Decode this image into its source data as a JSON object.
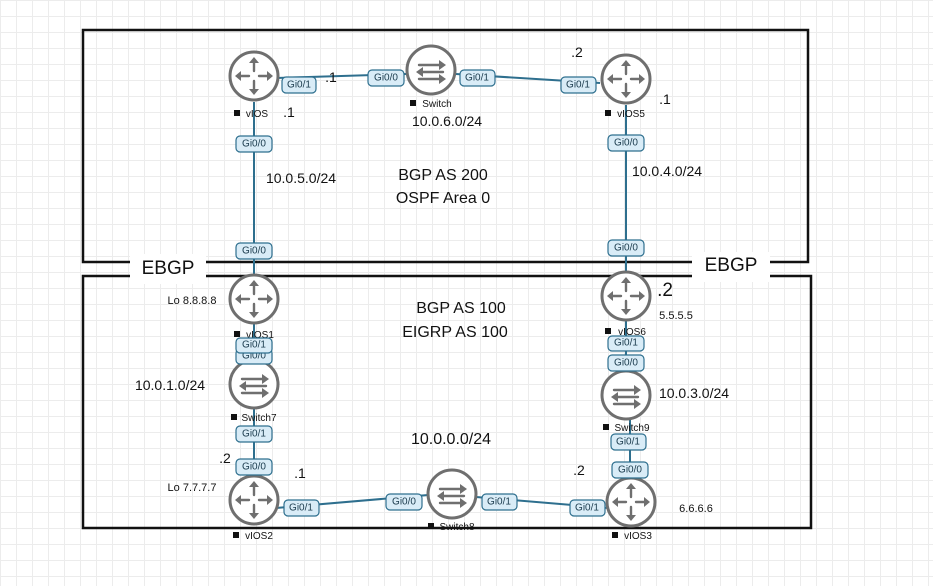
{
  "zones": {
    "top": {
      "title": "BGP AS 200",
      "subtitle": "OSPF Area 0"
    },
    "bottom": {
      "title": "BGP AS 100",
      "subtitle": "EIGRP AS 100"
    },
    "ebgp_left": "EBGP",
    "ebgp_right": "EBGP"
  },
  "devices": {
    "vios": {
      "label": "vIOS",
      "type": "router"
    },
    "switch": {
      "label": "Switch",
      "type": "switch"
    },
    "vios5": {
      "label": "vIOS5",
      "type": "router"
    },
    "vios1": {
      "label": "vIOS1",
      "type": "router"
    },
    "vios6": {
      "label": "vIOS6",
      "type": "router"
    },
    "switch7": {
      "label": "Switch7",
      "type": "switch"
    },
    "switch9": {
      "label": "Switch9",
      "type": "switch"
    },
    "vios2": {
      "label": "vIOS2",
      "type": "router"
    },
    "switch8": {
      "label": "Switch8",
      "type": "switch"
    },
    "vios3": {
      "label": "vIOS3",
      "type": "router"
    }
  },
  "ports": {
    "vios_gi01": "Gi0/1",
    "sw_gi00": "Gi0/0",
    "sw_gi01": "Gi0/1",
    "vios5_gi01": "Gi0/1",
    "vios_gi00": "Gi0/0",
    "vios5_gi00": "Gi0/0",
    "vios1_gi00": "Gi0/0",
    "vios6_gi00": "Gi0/0",
    "vios1_gi01": "Gi0/1",
    "sw7_gi00": "Gi0/0",
    "vios6_gi01": "Gi0/1",
    "sw9_gi00": "Gi0/0",
    "sw7_gi01": "Gi0/1",
    "vios2_gi00": "Gi0/0",
    "sw9_gi01": "Gi0/1",
    "vios3_gi00": "Gi0/0",
    "vios2_gi01": "Gi0/1",
    "sw8_gi00": "Gi0/0",
    "sw8_gi01": "Gi0/1",
    "vios3_gi01": "Gi0/1"
  },
  "annotations": {
    "vios_dot1_a": ".1",
    "vios_dot1_b": ".1",
    "vios5_dot2": ".2",
    "vios5_dot1": ".1",
    "net_1006": "10.0.6.0/24",
    "net_1005": "10.0.5.0/24",
    "net_1004": "10.0.4.0/24",
    "lo_8888": "Lo 8.8.8.8",
    "vios6_dot2": ".2",
    "lo_5555": "5.5.5.5",
    "net_1001": "10.0.1.0/24",
    "net_1003": "10.0.3.0/24",
    "net_1000": "10.0.0.0/24",
    "vios2_dot2": ".2",
    "vios2_dot1": ".1",
    "vios3_dot2": ".2",
    "lo_7777": "Lo 7.7.7.7",
    "lo_6666": "6.6.6.6"
  },
  "colors": {
    "link": "#2e6f8e",
    "port_fill": "#d9ecf7",
    "device_stroke": "#6f6f6f",
    "zone_border": "#111111"
  }
}
